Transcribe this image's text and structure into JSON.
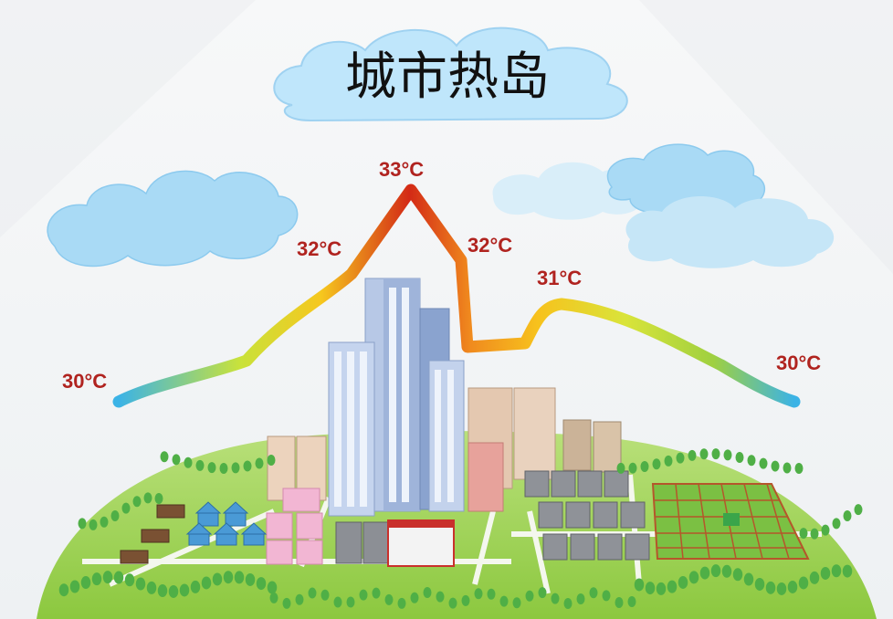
{
  "title": "城市热岛",
  "temperature_profile": [
    {
      "label": "30°C",
      "value": 30
    },
    {
      "label": "32°C",
      "value": 32
    },
    {
      "label": "33°C",
      "value": 33
    },
    {
      "label": "32°C",
      "value": 32
    },
    {
      "label": "31°C",
      "value": 31
    },
    {
      "label": "30°C",
      "value": 30
    }
  ],
  "colors": {
    "hot": "#d32a16",
    "warm": "#f39c1e",
    "mild": "#d9e43a",
    "cool": "#3bb3e6",
    "label": "#b0231f",
    "cloud": "#a9daf5",
    "grass": "#8cc83f"
  }
}
